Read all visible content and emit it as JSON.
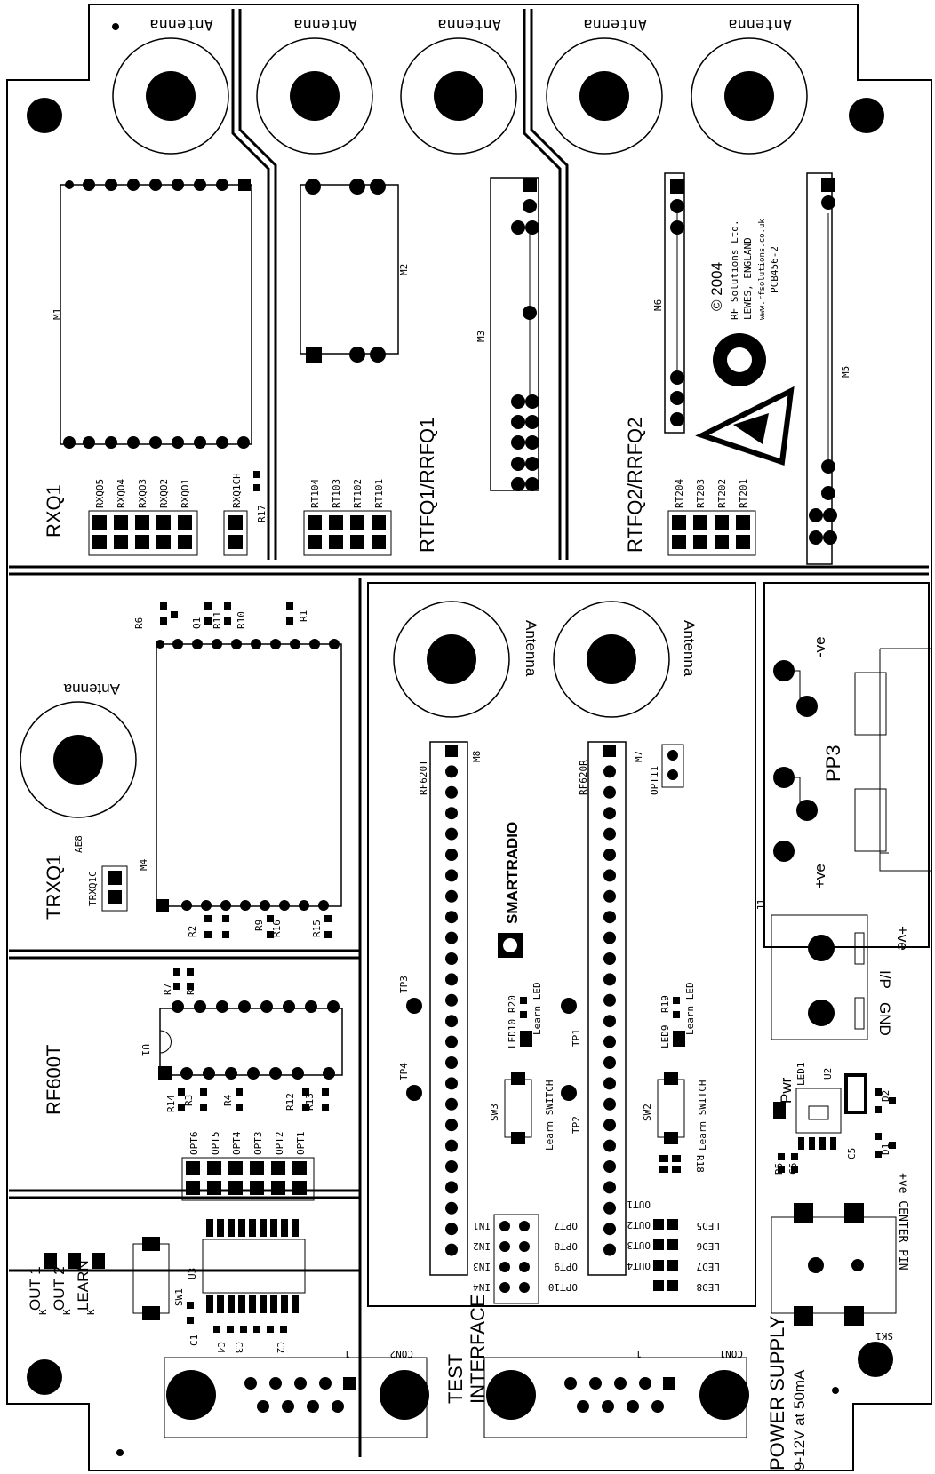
{
  "labels": {
    "antenna": "Antenna",
    "rxq1": "RXQ1",
    "rtfq1": "RTFQ1/RRFQ1",
    "rtfq2": "RTFQ2/RRFQ2",
    "trxq1": "TRXQ1",
    "trxq1c": "TRXQ1C",
    "ae8": "AE8",
    "rf600t": "RF600T",
    "rf620t": "RF620T",
    "rf620r": "RF620R",
    "pp3": "PP3",
    "neg": "-ve",
    "pos": "+ve",
    "j1": "J1",
    "ip": "I/P",
    "ipve": "+ve",
    "gnd": "GND",
    "pwr": "Pwr",
    "center_pin": "+ve CENTER PIN",
    "power_supply": "POWER SUPPLY",
    "power_spec": "9-12V at 50mA",
    "test": "TEST",
    "interface": "INTERFACE",
    "out1": "OUT 1",
    "out2": "OUT 2",
    "learn": "LEARN",
    "k": "K",
    "sw1": "SW1",
    "u3": "U3",
    "u2": "U2",
    "sw2": "SW2",
    "sw3": "SW3",
    "learn_switch": "Learn SWITCH",
    "learn_led": "Learn LED",
    "con1": "CON1",
    "con2": "CON2",
    "one": "1",
    "sk1": "SK1",
    "opt11": "OPT11",
    "smartradio": "SMARTRADIO",
    "copyright": "© 2004",
    "company": "RF Solutions Ltd.",
    "location": "LEWES, ENGLAND",
    "website": "www.rfsolutions.co.uk",
    "pcb_id": "PCB456-2",
    "m1": "M1",
    "m2": "M2",
    "m3": "M3",
    "m4": "M4",
    "m5": "M5",
    "m6": "M6",
    "m7": "M7",
    "m8": "M8",
    "rxqo_pins": [
      "RXQO5",
      "RXQO4",
      "RXQO3",
      "RXQO2",
      "RXQO1"
    ],
    "rxq1ch": "RXQ1CH",
    "r17": "R17",
    "rt1_pins": [
      "RT104",
      "RT103",
      "RT102",
      "RT101"
    ],
    "rt2_pins": [
      "RT204",
      "RT203",
      "RT202",
      "RT201"
    ],
    "opt_pins": [
      "OPT6",
      "OPT5",
      "OPT4",
      "OPT3",
      "OPT2",
      "OPT1"
    ],
    "in_pins": [
      "IN1",
      "IN2",
      "IN3",
      "IN4"
    ],
    "opt_in_pins": [
      "OPT7",
      "OPT8",
      "OPT9",
      "OPT10"
    ],
    "out_pins": [
      "OUT1",
      "OUT2",
      "OUT3",
      "OUT4"
    ],
    "led_pins": [
      "LED5",
      "LED6",
      "LED7",
      "LED8"
    ],
    "tp1": "TP1",
    "tp2": "TP2",
    "tp3": "TP3",
    "tp4": "TP4",
    "r6": "R6",
    "q1": "Q1",
    "r11": "R11",
    "r10": "R10",
    "r1": "R1",
    "r2": "R2",
    "r3": "R3",
    "r4": "R4",
    "r9": "R9",
    "r16": "R16",
    "r15": "R15",
    "r7": "R7",
    "r8": "R8",
    "r12": "R12",
    "r13": "R13",
    "r14": "R14",
    "r18": "R18",
    "r19": "R19",
    "r20": "R20",
    "r5": "R5",
    "led1": "LED1",
    "led9": "LED9",
    "led10": "LED10",
    "c1": "C1",
    "c2": "C2",
    "c3": "C3",
    "c4": "C4",
    "c5": "C5",
    "c6": "C6",
    "d1": "D1",
    "d2": "D2",
    "u1": "U1"
  }
}
